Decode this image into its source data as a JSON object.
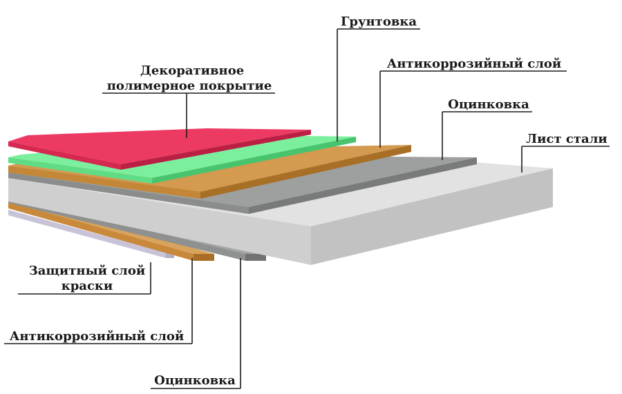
{
  "labels": {
    "decorative_line1": "Декоративное",
    "decorative_line2": "полимерное покрытие",
    "primer": "Грунтовка",
    "anticorrosion_top": "Антикоррозийный слой",
    "zinc_top": "Оцинковка",
    "steel_sheet": "Лист стали",
    "protective_line1": "Защитный слой",
    "protective_line2": "краски",
    "anticorrosion_bottom": "Антикоррозийный слой",
    "zinc_bottom": "Оцинковка"
  },
  "colors": {
    "polymer": "#e8365f",
    "primer": "#6fe89a",
    "anticorrosion": "#c98a3c",
    "zinc": "#8b8e8d",
    "steel": "#d6d6d6",
    "protective": "#c9c3d8"
  }
}
